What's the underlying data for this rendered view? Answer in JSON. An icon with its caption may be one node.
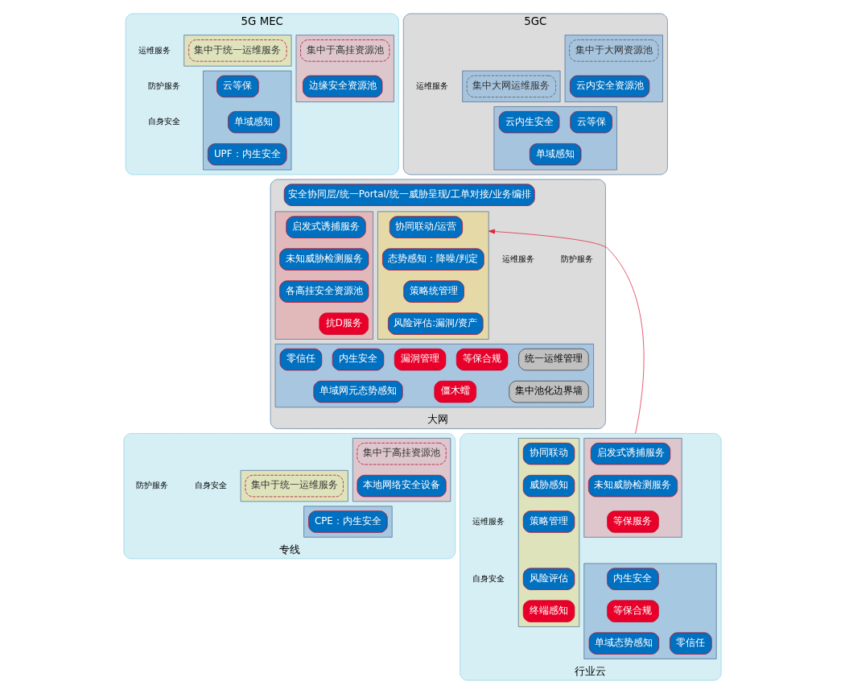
{
  "diagram": {
    "nodes": [
      {
        "text": [
          "5GC"
        ]
      },
      {
        "text": [],
        "shape": "box",
        "in": 0
      },
      {
        "text": [
          "集中于大网资源池"
        ],
        "in": 1
      },
      {
        "text": [
          "云内安全资源池"
        ],
        "in": 1
      },
      {
        "text": [],
        "shape": "box",
        "in": 0
      },
      {
        "text": [
          "集中大网运维服务"
        ],
        "in": 4
      },
      {
        "text": [],
        "shape": "box",
        "in": 0
      },
      {
        "text": [
          "云等保"
        ],
        "in": 6
      },
      {
        "text": [
          "云内生安全"
        ],
        "in": 6
      },
      {
        "text": [
          "单域感知"
        ],
        "in": 6
      },
      {
        "text": [
          "5G MEC"
        ]
      },
      {
        "text": [],
        "shape": "box",
        "in": 10
      },
      {
        "text": [
          "集中于高挂资源池"
        ],
        "in": 11
      },
      {
        "text": [
          "边缘安全资源池"
        ],
        "in": 11
      },
      {
        "text": [],
        "shape": "box",
        "in": 10
      },
      {
        "text": [
          "集中于统一运维服务"
        ],
        "in": 14
      },
      {
        "text": [],
        "shape": "box",
        "in": 10
      },
      {
        "text": [
          "单域感知"
        ],
        "in": 16
      },
      {
        "text": [
          "云等保"
        ],
        "in": 16
      },
      {
        "text": [
          "UPF：内生安全"
        ],
        "in": 16
      },
      {
        "text": [
          "大网"
        ]
      },
      {
        "text": [
          "安全协同层/统一Portal/统一威胁呈现/工单对接/业务编排"
        ],
        "in": 20
      },
      {
        "text": [],
        "shape": "box",
        "in": 20
      },
      {
        "text": [
          "启发式诱捕服务"
        ],
        "in": 22
      },
      {
        "text": [
          "未知威胁检测服务"
        ],
        "in": 22
      },
      {
        "text": [
          "各高挂安全资源池"
        ],
        "in": 22
      },
      {
        "text": [
          "抗D服务"
        ],
        "in": 22
      },
      {
        "text": [],
        "shape": "box",
        "in": 20
      },
      {
        "text": [
          "协同联动/运营"
        ],
        "in": 27
      },
      {
        "text": [
          "态势感知：降噪/判定"
        ],
        "in": 27
      },
      {
        "text": [
          "策略统管理"
        ],
        "in": 27
      },
      {
        "text": [
          "风险评估:漏洞/资产"
        ],
        "in": 27
      },
      {
        "text": [],
        "shape": "box",
        "in": 20
      },
      {
        "text": [
          "等保合规"
        ],
        "in": 32
      },
      {
        "text": [
          "僵木蠕"
        ],
        "in": 32
      },
      {
        "text": [
          "漏洞管理"
        ],
        "in": 32
      },
      {
        "text": [
          "内生安全"
        ],
        "in": 32
      },
      {
        "text": [
          "零信任"
        ],
        "in": 32
      },
      {
        "text": [
          "单域网元态势感知"
        ],
        "in": 32
      },
      {
        "text": [
          "统一运维管理"
        ],
        "in": 32
      },
      {
        "text": [
          "集中池化边界墙"
        ],
        "in": 32
      },
      {
        "text": [
          "专线"
        ]
      },
      {
        "text": [],
        "shape": "box",
        "in": 41
      },
      {
        "text": [
          "集中于高挂资源池"
        ],
        "in": 42
      },
      {
        "text": [
          "本地网络安全设备"
        ],
        "in": 42
      },
      {
        "text": [],
        "shape": "box",
        "in": 41
      },
      {
        "text": [
          "集中于统一运维服务"
        ],
        "in": 45
      },
      {
        "text": [],
        "shape": "box",
        "in": 41
      },
      {
        "text": [
          "CPE：内生安全"
        ],
        "in": 47
      },
      {
        "text": [
          "行业云"
        ]
      },
      {
        "text": [],
        "shape": "box",
        "in": 49
      },
      {
        "text": [
          "启发式诱捕服务"
        ],
        "in": 50
      },
      {
        "text": [
          "未知威胁检测服务"
        ],
        "in": 50
      },
      {
        "text": [
          "等保服务"
        ],
        "in": 50
      },
      {
        "text": [],
        "shape": "box",
        "in": 49
      },
      {
        "text": [
          "协同联动"
        ],
        "in": 54
      },
      {
        "text": [
          "威胁感知"
        ],
        "in": 54
      },
      {
        "text": [
          "策略管理"
        ],
        "in": 54
      },
      {
        "text": [
          "风险评估"
        ],
        "in": 54
      },
      {
        "text": [
          "终端感知"
        ],
        "in": 54
      },
      {
        "text": [],
        "shape": "box",
        "in": 49
      },
      {
        "text": [
          "内生安全"
        ],
        "in": 60
      },
      {
        "text": [
          "零信任"
        ],
        "in": 60
      },
      {
        "text": [
          "等保合规"
        ],
        "in": 60
      },
      {
        "text": [
          "单域态势感知"
        ],
        "in": 60
      }
    ],
    "edges": [
      {
        "from": 49,
        "to": 27,
        "arrow": "to",
        "color": "#e0203c"
      }
    ],
    "labels": [
      "运维服务",
      "防护服务",
      "自身安全",
      "运维服务",
      "防护服务",
      "运维服务",
      "自身安全",
      "防护服务",
      "自身安全",
      "运维服务"
    ]
  }
}
